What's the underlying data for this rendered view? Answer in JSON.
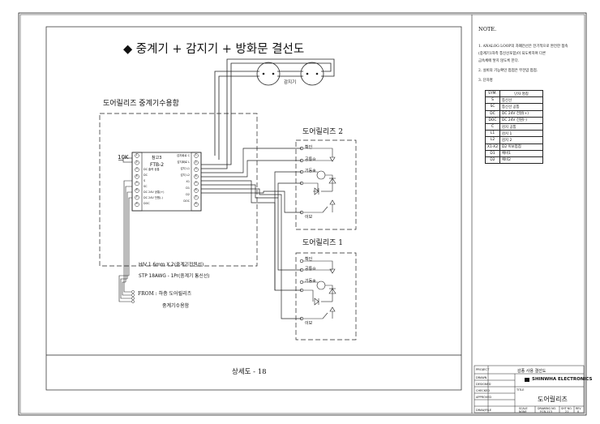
{
  "drawing": {
    "title": "◆ 중계기 + 감지기 + 방화문 결선도",
    "detector_label": "감지기",
    "relay_housing_label": "도어릴리즈 중계기수용함",
    "resistor_label": "10K",
    "relay": {
      "maker": "참고3",
      "model": "FTB-2",
      "left_terminals": [
        "DC 출력 공통",
        "DC",
        "S",
        "SC",
        "DC 24V 공통(+)",
        "DC 24V 전원(-)",
        "DOC"
      ],
      "left_numbers": [
        "1",
        "2",
        "3",
        "4",
        "5",
        "6",
        "7",
        "8"
      ],
      "right_terminals": [
        "감지회로 C",
        "감지회로 L",
        "감지 L1",
        "감지 L2",
        "X1",
        "D1",
        "D2",
        "DOC"
      ],
      "right_numbers": [
        "1",
        "2",
        "3",
        "4",
        "5",
        "6",
        "7",
        "8"
      ]
    },
    "door_release_2": {
      "title": "도어릴리즈 2",
      "labels": [
        "확인",
        "공통⊖",
        "기동⊕",
        "이보"
      ]
    },
    "door_release_1": {
      "title": "도어릴리즈 1",
      "labels": [
        "확인",
        "공통⊖",
        "기동⊕",
        "이보"
      ]
    },
    "cable_spec_1": "HIV 1.6mm X 2(중계기전원선)",
    "cable_spec_2": "STP 18AWG - 1Pr(중계기 통신선)",
    "from_note_1": "FROM : 하층 도어릴리즈",
    "from_note_2": "중계기수용함",
    "caption": "상세도 - 18"
  },
  "notes": {
    "title": "NOTE.",
    "items": [
      "1. ANALOG LOOP의 차폐전선은 전기적으로 완전한 접속",
      "  (중계기1차측 통신선포함)이 되도록하며 다른",
      "  금속체에 닿지 않도록 한다.",
      "2. 설비의 기능확인 접점은 무전압 접점.",
      "3. 단자명"
    ]
  },
  "symbol_table": {
    "headers": [
      "SYM.",
      "단자 명칭"
    ],
    "rows": [
      [
        "S",
        "통신선"
      ],
      [
        "SC",
        "통신선 공통"
      ],
      [
        "DC",
        "DC 24V 전원(+)"
      ],
      [
        "DOC",
        "DC 24V 전원(-)"
      ],
      [
        "C",
        "감지 공통"
      ],
      [
        "L1",
        "감지 1"
      ],
      [
        "L2",
        "감지 2"
      ],
      [
        "X1-X2",
        "D2 이보접점"
      ],
      [
        "D1",
        "예비1"
      ],
      [
        "D2",
        "예비2"
      ]
    ]
  },
  "title_block": {
    "project_label": "PROJECT",
    "project_value": "감종 사용 결선도",
    "rows": [
      "DRAWN",
      "DESIGNED",
      "CHECKED",
      "APPROVED"
    ],
    "company": "SHINWHA ELECTRONICS",
    "title_label": "TITLE",
    "title_value": "도어릴리즈",
    "date_label": "DRAW/FILE",
    "scale_label": "SCALE",
    "scale_value": "NONE",
    "drawing_no_label": "DRAWING NO.",
    "drawing_no_value": "FCB-113",
    "sheet_label": "SHT NO.",
    "sheet_value": "21",
    "rev_label": "REV",
    "rev_value": "0"
  }
}
